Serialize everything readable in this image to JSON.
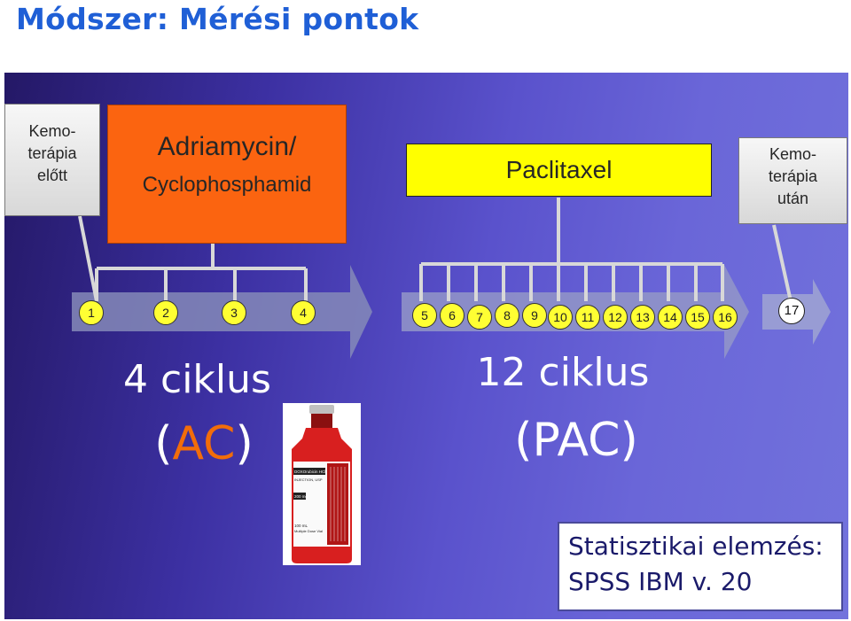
{
  "title": "Módszer: Mérési pontok",
  "boxes": {
    "before": [
      "Kemo-",
      "terápia",
      "előtt"
    ],
    "ac": [
      "Adriamycin/",
      "Cyclophosphamid"
    ],
    "paclitaxel": "Paclitaxel",
    "after": [
      "Kemo-",
      "terápia",
      "után"
    ]
  },
  "timepoints": [
    "1",
    "2",
    "3",
    "4",
    "5",
    "6",
    "7",
    "8",
    "9",
    "10",
    "11",
    "12",
    "13",
    "14",
    "15",
    "16",
    "17"
  ],
  "ac_cycles": {
    "count": "4 ciklus",
    "open": "(",
    "code": "AC",
    "close": ")"
  },
  "pac_cycles": {
    "count": "12 ciklus",
    "label": "(PAC)"
  },
  "bottle": {
    "label_brand": "DOXOrubicin HCl",
    "label_type": "INJECTION, USP",
    "label_dose": "200 mg",
    "label_volume": "100 mL",
    "label_vial": "Multiple Dose Vial"
  },
  "stats": {
    "line1": "Statisztikai elemzés:",
    "line2": "SPSS IBM v. 20"
  },
  "colors": {
    "title": "#1f5fd6",
    "orange": "#fb6410",
    "yellow": "#ffff00",
    "ac_code": "#f26d0a"
  }
}
